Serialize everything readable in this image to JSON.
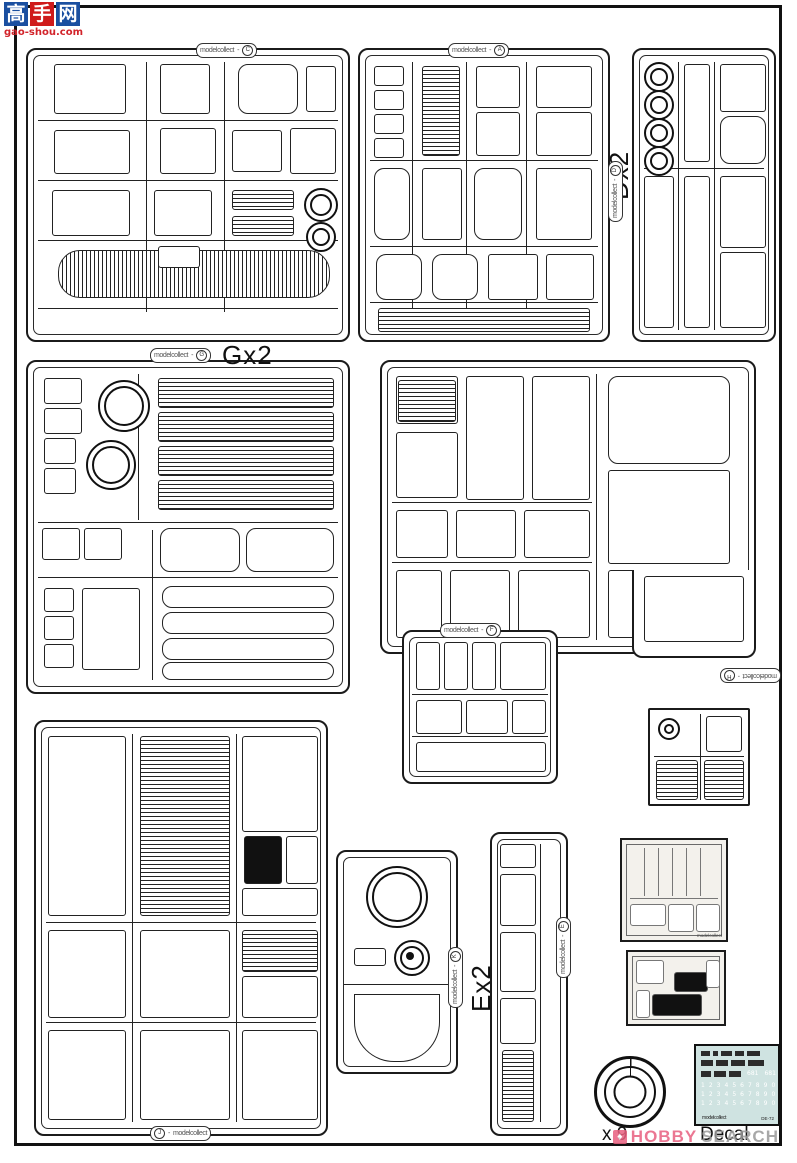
{
  "document": {
    "type": "model-kit-parts-sheet",
    "page_background": "#ffffff",
    "border_color": "#111111"
  },
  "watermarks": {
    "top_left": {
      "name": "gao-shou-logo",
      "glyphs": [
        "高",
        "手",
        "网"
      ],
      "url_text": "gao-shou.com",
      "blue": "#1a4fa0",
      "red": "#d2232a"
    },
    "bottom_right": {
      "name": "hobby-search-watermark",
      "icon": "flame-icon",
      "text_primary": "HOBBY",
      "text_secondary": "SEARCH",
      "color_primary": "#e8607f",
      "color_secondary": "#9a9a9a"
    }
  },
  "brand": {
    "name": "modelcollect",
    "tag_separator": "-"
  },
  "sprues": [
    {
      "id": "C",
      "tag_letter": "C",
      "label": "",
      "tag_rotation": 0,
      "label_rotation": 0
    },
    {
      "id": "A",
      "tag_letter": "A",
      "label": "",
      "tag_rotation": 0,
      "label_rotation": 0
    },
    {
      "id": "D",
      "tag_letter": "D",
      "label": "Dx2",
      "tag_rotation": -90,
      "label_rotation": -90
    },
    {
      "id": "G",
      "tag_letter": "G",
      "label": "Gx2",
      "tag_rotation": 0,
      "label_rotation": 0
    },
    {
      "id": "B",
      "tag_letter": "H",
      "label": "",
      "tag_rotation": 180,
      "label_rotation": 0
    },
    {
      "id": "F",
      "tag_letter": "F",
      "label": "",
      "tag_rotation": 0,
      "label_rotation": 0
    },
    {
      "id": "E",
      "tag_letter": "E",
      "label": "Ex2",
      "tag_rotation": -90,
      "label_rotation": -90
    },
    {
      "id": "J",
      "tag_letter": "J",
      "label": "",
      "tag_rotation": 0,
      "label_rotation": 0
    },
    {
      "id": "K",
      "tag_letter": "K",
      "label": "",
      "tag_rotation": -90,
      "label_rotation": 0
    }
  ],
  "etched_parts": [
    {
      "name": "photo-etch-fret-large",
      "brand_text": "modelcollect",
      "sub_text": "PE/TC05"
    },
    {
      "name": "photo-etch-fret-small",
      "brand_text": "modelcollect"
    }
  ],
  "tire": {
    "name": "rubber-tire-part",
    "quantity_label": "x 9"
  },
  "decal": {
    "name": "decal-sheet",
    "caption": "Decal",
    "brand_text": "modelcollect",
    "code_text": "DE-72",
    "numbers_rows": [
      [
        "1",
        "2",
        "3",
        "4",
        "5",
        "6",
        "7",
        "8",
        "9",
        "0"
      ],
      [
        "1",
        "2",
        "3",
        "4",
        "5",
        "6",
        "7",
        "8",
        "9",
        "0"
      ],
      [
        "1",
        "2",
        "3",
        "4",
        "5",
        "6",
        "7",
        "8",
        "9",
        "0"
      ],
      [
        "4",
        "5",
        "6",
        "7",
        "8",
        "9",
        "0"
      ]
    ],
    "markings": [
      "681",
      "681"
    ],
    "background": "#cfe3e1"
  }
}
